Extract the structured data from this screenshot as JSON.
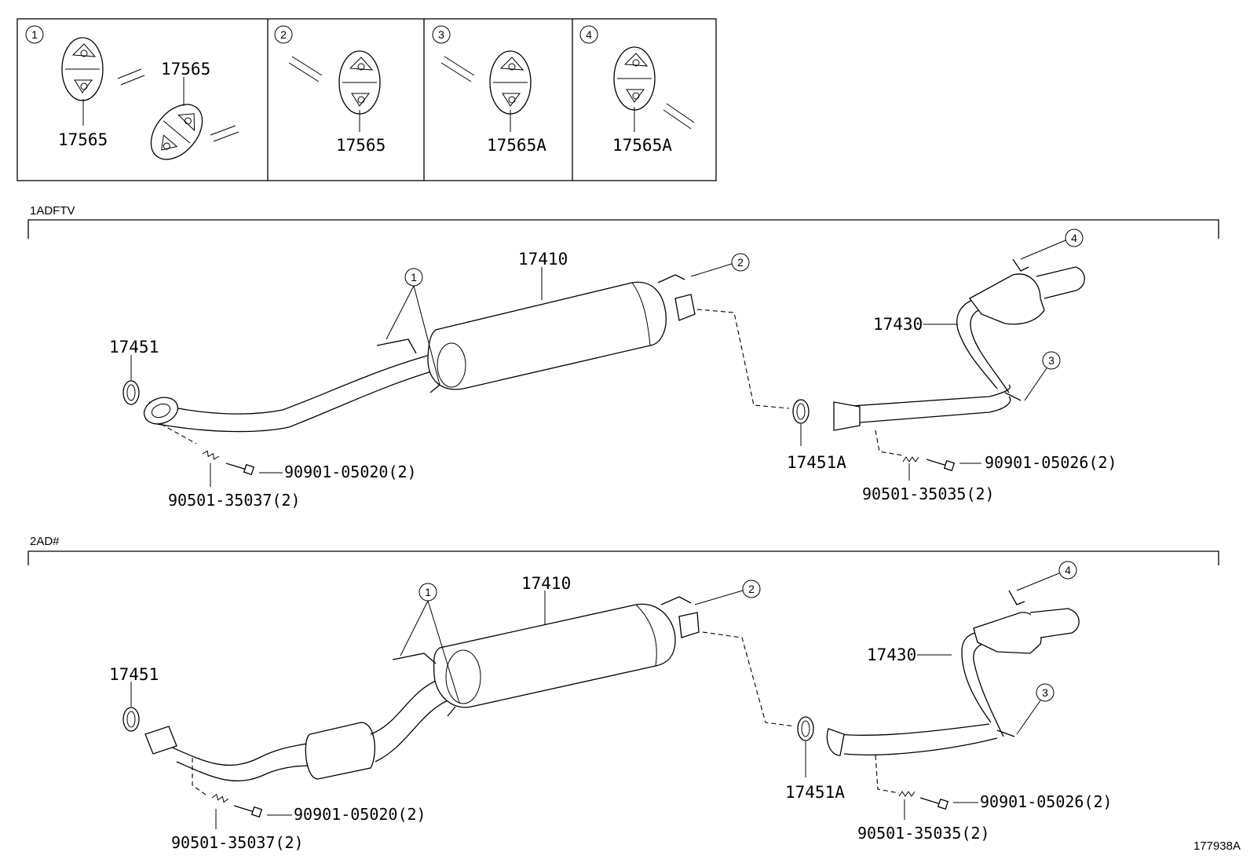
{
  "legend": [
    {
      "num": "1",
      "labels": [
        "17565",
        "17565"
      ]
    },
    {
      "num": "2",
      "labels": [
        "17565"
      ]
    },
    {
      "num": "3",
      "labels": [
        "17565A"
      ]
    },
    {
      "num": "4",
      "labels": [
        "17565A"
      ]
    }
  ],
  "sections": [
    {
      "name": "1ADFTV",
      "callouts": [
        "1",
        "2",
        "3",
        "4"
      ],
      "parts": {
        "muffler": "17410",
        "tailpipe": "17430",
        "gasket_front": "17451",
        "gasket_rear": "17451A",
        "bolt_front": "90901-05020(2)",
        "spring_front": "90501-35037(2)",
        "bolt_rear": "90901-05026(2)",
        "spring_rear": "90501-35035(2)"
      }
    },
    {
      "name": "2AD#",
      "callouts": [
        "1",
        "2",
        "3",
        "4"
      ],
      "parts": {
        "muffler": "17410",
        "tailpipe": "17430",
        "gasket_front": "17451",
        "gasket_rear": "17451A",
        "bolt_front": "90901-05020(2)",
        "spring_front": "90501-35037(2)",
        "bolt_rear": "90901-05026(2)",
        "spring_rear": "90501-35035(2)"
      }
    }
  ],
  "diagram_id": "177938A"
}
